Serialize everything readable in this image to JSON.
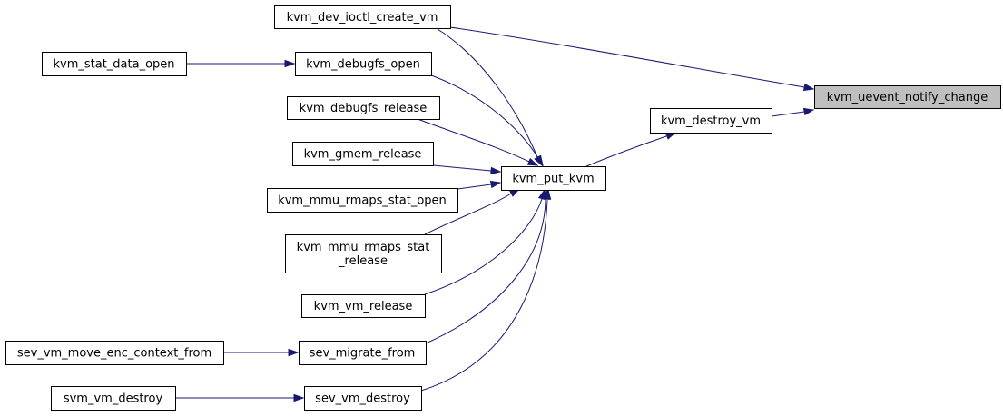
{
  "graph": {
    "focus": "n_uevent",
    "nodes": [
      {
        "id": "n_uevent",
        "lines": [
          "kvm_uevent_notify_change"
        ]
      },
      {
        "id": "n_create_vm",
        "lines": [
          "kvm_dev_ioctl_create_vm"
        ]
      },
      {
        "id": "n_destroy_vm",
        "lines": [
          "kvm_destroy_vm"
        ]
      },
      {
        "id": "n_put_kvm",
        "lines": [
          "kvm_put_kvm"
        ]
      },
      {
        "id": "n_debugfs_open",
        "lines": [
          "kvm_debugfs_open"
        ]
      },
      {
        "id": "n_stat_data_open",
        "lines": [
          "kvm_stat_data_open"
        ]
      },
      {
        "id": "n_debugfs_release",
        "lines": [
          "kvm_debugfs_release"
        ]
      },
      {
        "id": "n_gmem_release",
        "lines": [
          "kvm_gmem_release"
        ]
      },
      {
        "id": "n_rmaps_open",
        "lines": [
          "kvm_mmu_rmaps_stat_open"
        ]
      },
      {
        "id": "n_rmaps_release",
        "lines": [
          "kvm_mmu_rmaps_stat",
          "_release"
        ]
      },
      {
        "id": "n_vm_release",
        "lines": [
          "kvm_vm_release"
        ]
      },
      {
        "id": "n_sev_migrate",
        "lines": [
          "sev_migrate_from"
        ]
      },
      {
        "id": "n_sev_move_enc",
        "lines": [
          "sev_vm_move_enc_context_from"
        ]
      },
      {
        "id": "n_sev_destroy",
        "lines": [
          "sev_vm_destroy"
        ]
      },
      {
        "id": "n_svm_destroy",
        "lines": [
          "svm_vm_destroy"
        ]
      }
    ],
    "edges": [
      {
        "from": "n_create_vm",
        "to": "n_uevent"
      },
      {
        "from": "n_destroy_vm",
        "to": "n_uevent"
      },
      {
        "from": "n_put_kvm",
        "to": "n_destroy_vm"
      },
      {
        "from": "n_create_vm",
        "to": "n_put_kvm"
      },
      {
        "from": "n_debugfs_open",
        "to": "n_put_kvm"
      },
      {
        "from": "n_stat_data_open",
        "to": "n_debugfs_open"
      },
      {
        "from": "n_debugfs_release",
        "to": "n_put_kvm"
      },
      {
        "from": "n_gmem_release",
        "to": "n_put_kvm"
      },
      {
        "from": "n_rmaps_open",
        "to": "n_put_kvm"
      },
      {
        "from": "n_rmaps_release",
        "to": "n_put_kvm"
      },
      {
        "from": "n_vm_release",
        "to": "n_put_kvm"
      },
      {
        "from": "n_sev_migrate",
        "to": "n_put_kvm"
      },
      {
        "from": "n_sev_move_enc",
        "to": "n_sev_migrate"
      },
      {
        "from": "n_sev_destroy",
        "to": "n_put_kvm"
      },
      {
        "from": "n_svm_destroy",
        "to": "n_sev_destroy"
      }
    ]
  }
}
